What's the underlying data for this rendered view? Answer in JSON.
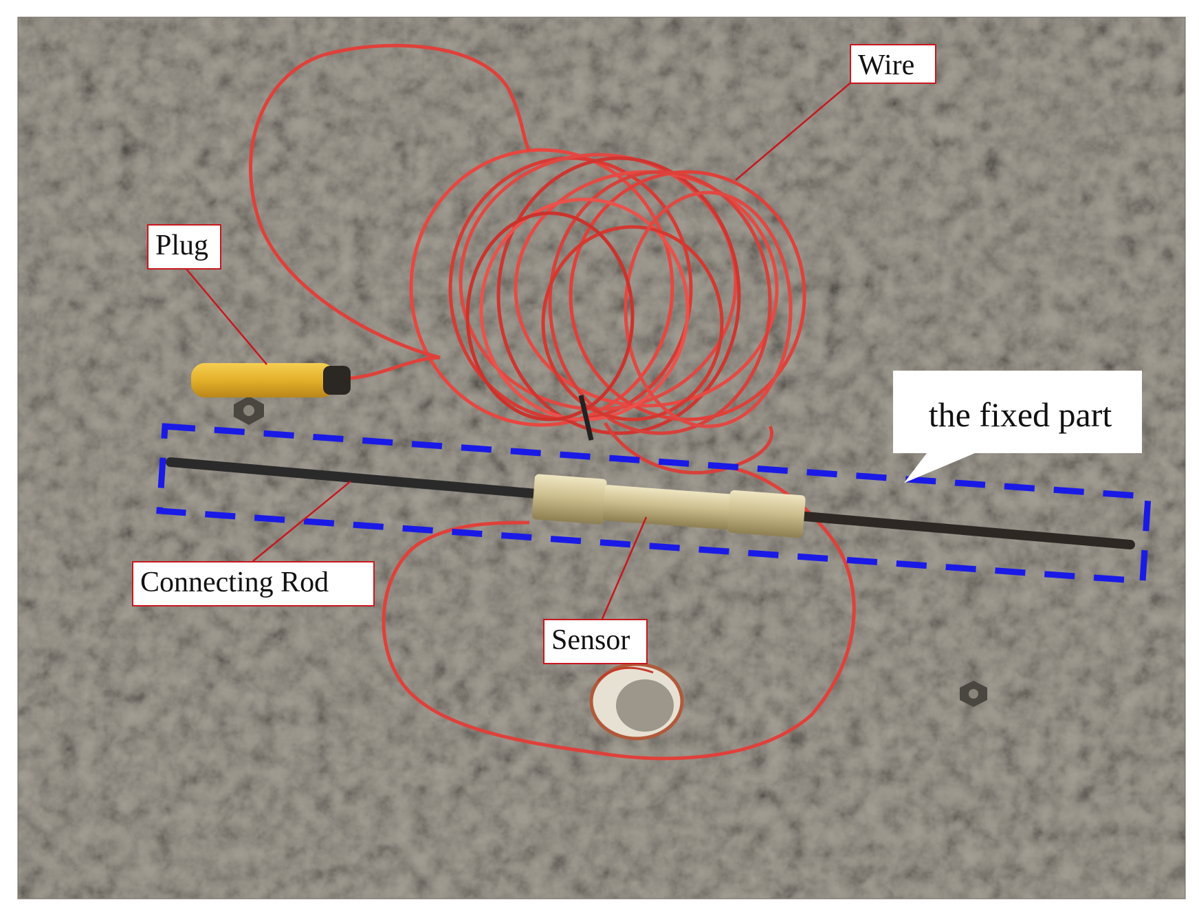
{
  "labels": {
    "wire": "Wire",
    "plug": "Plug",
    "connecting_rod": "Connecting Rod",
    "sensor": "Sensor",
    "fixed_part": "the fixed part"
  },
  "colors": {
    "label_border": "#c8161d",
    "leader_line": "#c8161d",
    "fixed_part_outline": "#1a1ae6",
    "wire": "#e0403a",
    "plug": "#e3b02a",
    "rod": "#2a2a2a",
    "sensor": "#c8b98a",
    "ground": "#8f8a80"
  },
  "icons": {
    "annotation_callout": "speech-bubble-icon"
  }
}
